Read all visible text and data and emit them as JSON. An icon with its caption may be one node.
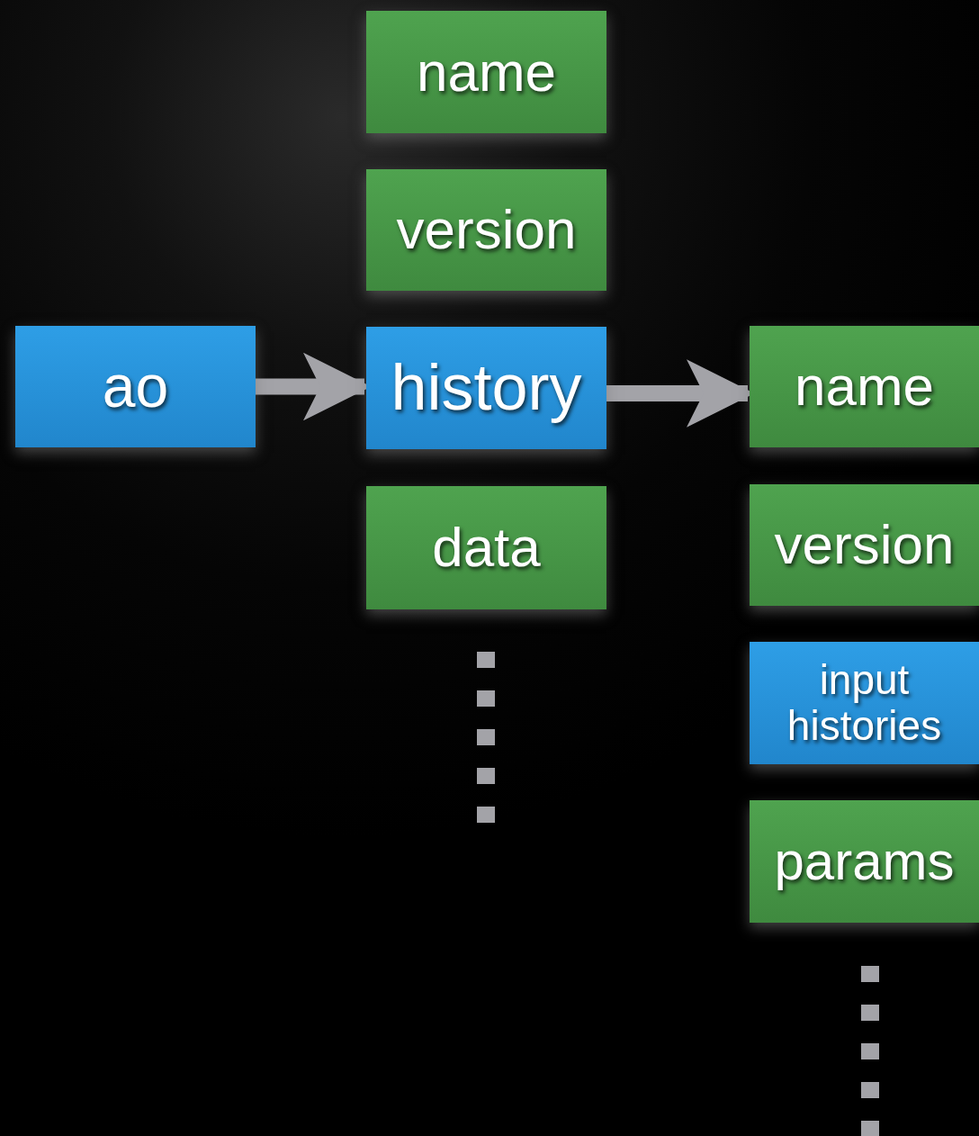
{
  "diagram": {
    "nodes": [
      {
        "text": [
          "name"
        ]
      },
      {
        "text": [
          "version"
        ]
      },
      {
        "text": [
          "ao"
        ]
      },
      {
        "text": [
          "history"
        ]
      },
      {
        "text": [
          "data"
        ]
      },
      {
        "text": [
          "name"
        ]
      },
      {
        "text": [
          "version"
        ]
      },
      {
        "text": [
          "input histories"
        ]
      },
      {
        "text": [
          "params"
        ]
      }
    ],
    "edges": [
      {
        "from": 2,
        "to": 3,
        "arrow": "to"
      },
      {
        "from": 3,
        "to": 5,
        "arrow": "to"
      }
    ]
  }
}
